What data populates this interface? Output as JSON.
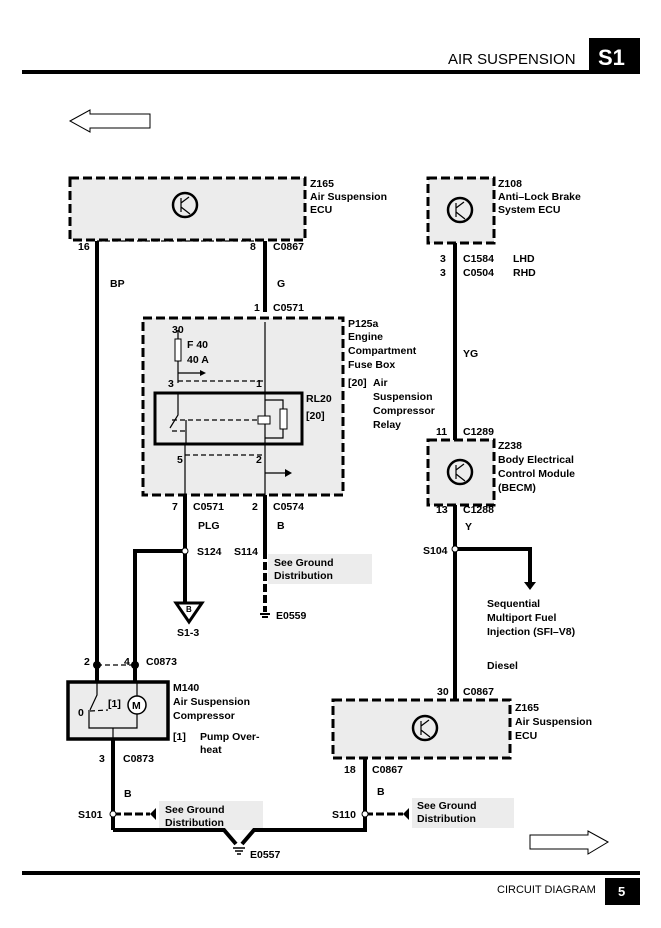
{
  "header": {
    "title": "AIR SUSPENSION",
    "section": "S1"
  },
  "footer": {
    "label": "CIRCUIT DIAGRAM",
    "page": "5"
  },
  "components": {
    "z165_top": {
      "id": "Z165",
      "name1": "Air Suspension",
      "name2": "ECU"
    },
    "z108": {
      "id": "Z108",
      "name1": "Anti–Lock Brake",
      "name2": "System ECU"
    },
    "p125a": {
      "id": "P125a",
      "name1": "Engine",
      "name2": "Compartment",
      "name3": "Fuse Box",
      "ref": "[20]",
      "relay1": "Air",
      "relay2": "Suspension",
      "relay3": "Compressor",
      "relay4": "Relay"
    },
    "fuse": {
      "pin": "30",
      "id": "F 40",
      "rating": "40 A"
    },
    "relay": {
      "id": "RL20",
      "ref": "[20]",
      "pin3": "3",
      "pin1": "1",
      "pin5": "5",
      "pin2": "2"
    },
    "z238": {
      "id": "Z238",
      "name1": "Body Electrical",
      "name2": "Control Module",
      "name3": "(BECM)"
    },
    "m140": {
      "id": "M140",
      "name1": "Air Suspension",
      "name2": "Compressor",
      "note_ref": "[1]",
      "note1": "Pump Over-",
      "note2": "heat",
      "switch_pos": "0",
      "switch_ref": "[1]",
      "motor": "M"
    },
    "z165_bottom": {
      "id": "Z165",
      "name1": "Air Suspension",
      "name2": "ECU"
    }
  },
  "connectors": {
    "c0867_16": {
      "pin": "16"
    },
    "c0867_8": {
      "pin": "8",
      "id": "C0867"
    },
    "c0571_1": {
      "pin": "1",
      "id": "C0571"
    },
    "c0571_7": {
      "pin": "7",
      "id": "C0571"
    },
    "c0574_2": {
      "pin": "2",
      "id": "C0574"
    },
    "c0873_top": {
      "pin_a": "2",
      "pin_b": "4",
      "id": "C0873"
    },
    "c0873_3": {
      "pin": "3",
      "id": "C0873"
    },
    "c1584": {
      "pin": "3",
      "id": "C1584",
      "variant": "LHD"
    },
    "c0504": {
      "pin": "3",
      "id": "C0504",
      "variant": "RHD"
    },
    "c1289": {
      "pin": "11",
      "id": "C1289"
    },
    "c1288": {
      "pin": "13",
      "id": "C1288"
    },
    "c0867_30": {
      "pin": "30",
      "id": "C0867"
    },
    "c0867_18": {
      "pin": "18",
      "id": "C0867"
    }
  },
  "wires": {
    "bp": "BP",
    "g": "G",
    "plg": "PLG",
    "b1": "B",
    "yg": "YG",
    "y": "Y",
    "b2": "B",
    "b3": "B"
  },
  "splices": {
    "s124": "S124",
    "s114": "S114",
    "s104": "S104",
    "s101": "S101",
    "s110": "S110"
  },
  "grounds": {
    "e0559": "E0559",
    "e0557": "E0557"
  },
  "refs": {
    "ground_dist1": {
      "line1": "See Ground",
      "line2": "Distribution"
    },
    "ground_dist2": {
      "line1": "See Ground",
      "line2": "Distribution"
    },
    "ground_dist3": {
      "line1": "See Ground",
      "line2": "Distribution"
    },
    "s1_3": {
      "label": "S1-3",
      "letter": "B"
    },
    "sfi": {
      "line1": "Sequential",
      "line2": "Multiport Fuel",
      "line3": "Injection (SFI–V8)",
      "line4": "Diesel"
    }
  }
}
